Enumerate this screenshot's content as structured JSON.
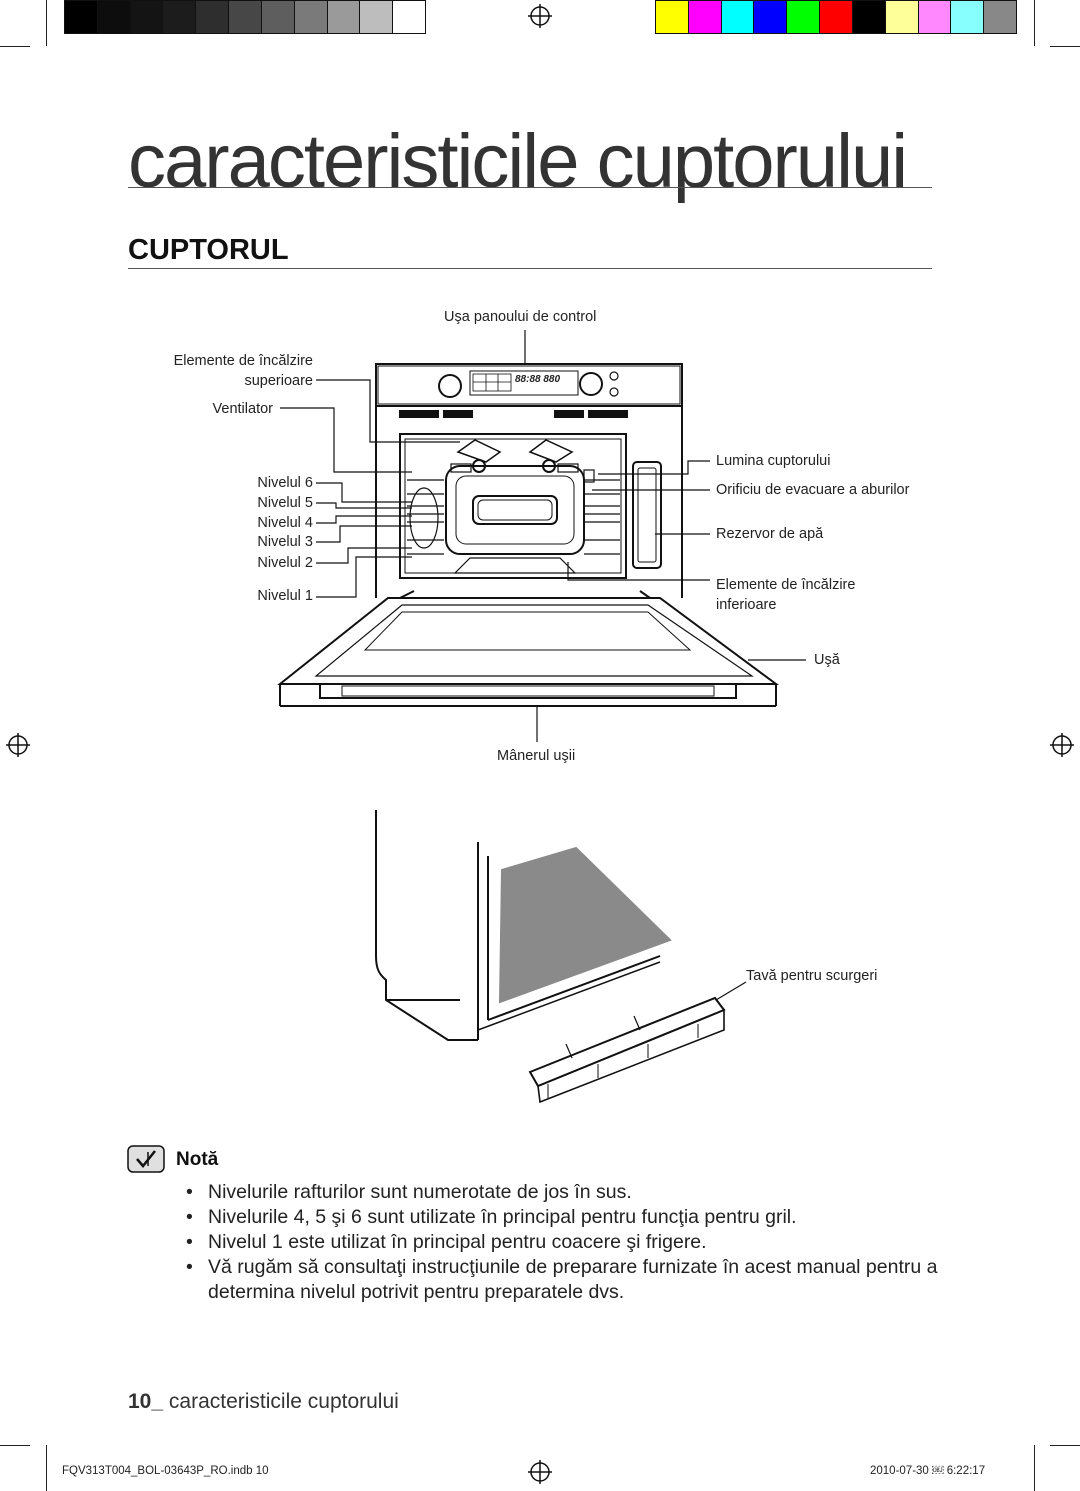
{
  "colors": {
    "grayscale_bar": [
      "#000000",
      "#0d0d0d",
      "#141414",
      "#1c1c1c",
      "#2e2e2e",
      "#474747",
      "#5e5e5e",
      "#7a7a7a",
      "#9a9a9a",
      "#bdbdbd",
      "#ffffff"
    ],
    "color_bar": [
      "#ffff00",
      "#ff00ff",
      "#00ffff",
      "#0000ff",
      "#00ff00",
      "#ff0000",
      "#000000",
      "#ffff99",
      "#ff88ff",
      "#88ffff",
      "#888888"
    ]
  },
  "page": {
    "chapter_title": "caracteristicile cuptorului",
    "section_title": "CUPTORUL"
  },
  "diagram1": {
    "labels": {
      "control_panel_door": "Uşa panoului de control",
      "upper_heating_1": "Elemente de încălzire",
      "upper_heating_2": "superioare",
      "fan": "Ventilator",
      "level6": "Nivelul 6",
      "level5": "Nivelul 5",
      "level4": "Nivelul 4",
      "level3": "Nivelul 3",
      "level2": "Nivelul 2",
      "level1": "Nivelul 1",
      "oven_light": "Lumina cuptorului",
      "steam_vent": "Orificiu de evacuare a aburilor",
      "water_tank": "Rezervor de apă",
      "lower_heating_1": "Elemente de încălzire",
      "lower_heating_2": "inferioare",
      "door": "Uşă",
      "door_handle": "Mânerul uşii"
    },
    "display_text": "88:88 880"
  },
  "diagram2": {
    "labels": {
      "drip_tray": "Tavă pentru scurgeri"
    }
  },
  "note": {
    "title": "Notă",
    "items": [
      "Nivelurile rafturilor sunt numerotate de jos în sus.",
      "Nivelurile 4, 5 şi 6 sunt utilizate în principal pentru funcţia pentru gril.",
      "Nivelul 1 este utilizat în principal pentru coacere şi frigere.",
      "Vă rugăm să consultaţi instrucţiunile de preparare furnizate în acest manual pentru a determina nivelul potrivit pentru preparatele dvs."
    ]
  },
  "footer": {
    "page_number": "10_",
    "title": "caracteristicile cuptorului",
    "file_name": "FQV313T004_BOL-03643P_RO.indb   10",
    "timestamp": "2010-07-30   ￼ 6:22:17"
  }
}
